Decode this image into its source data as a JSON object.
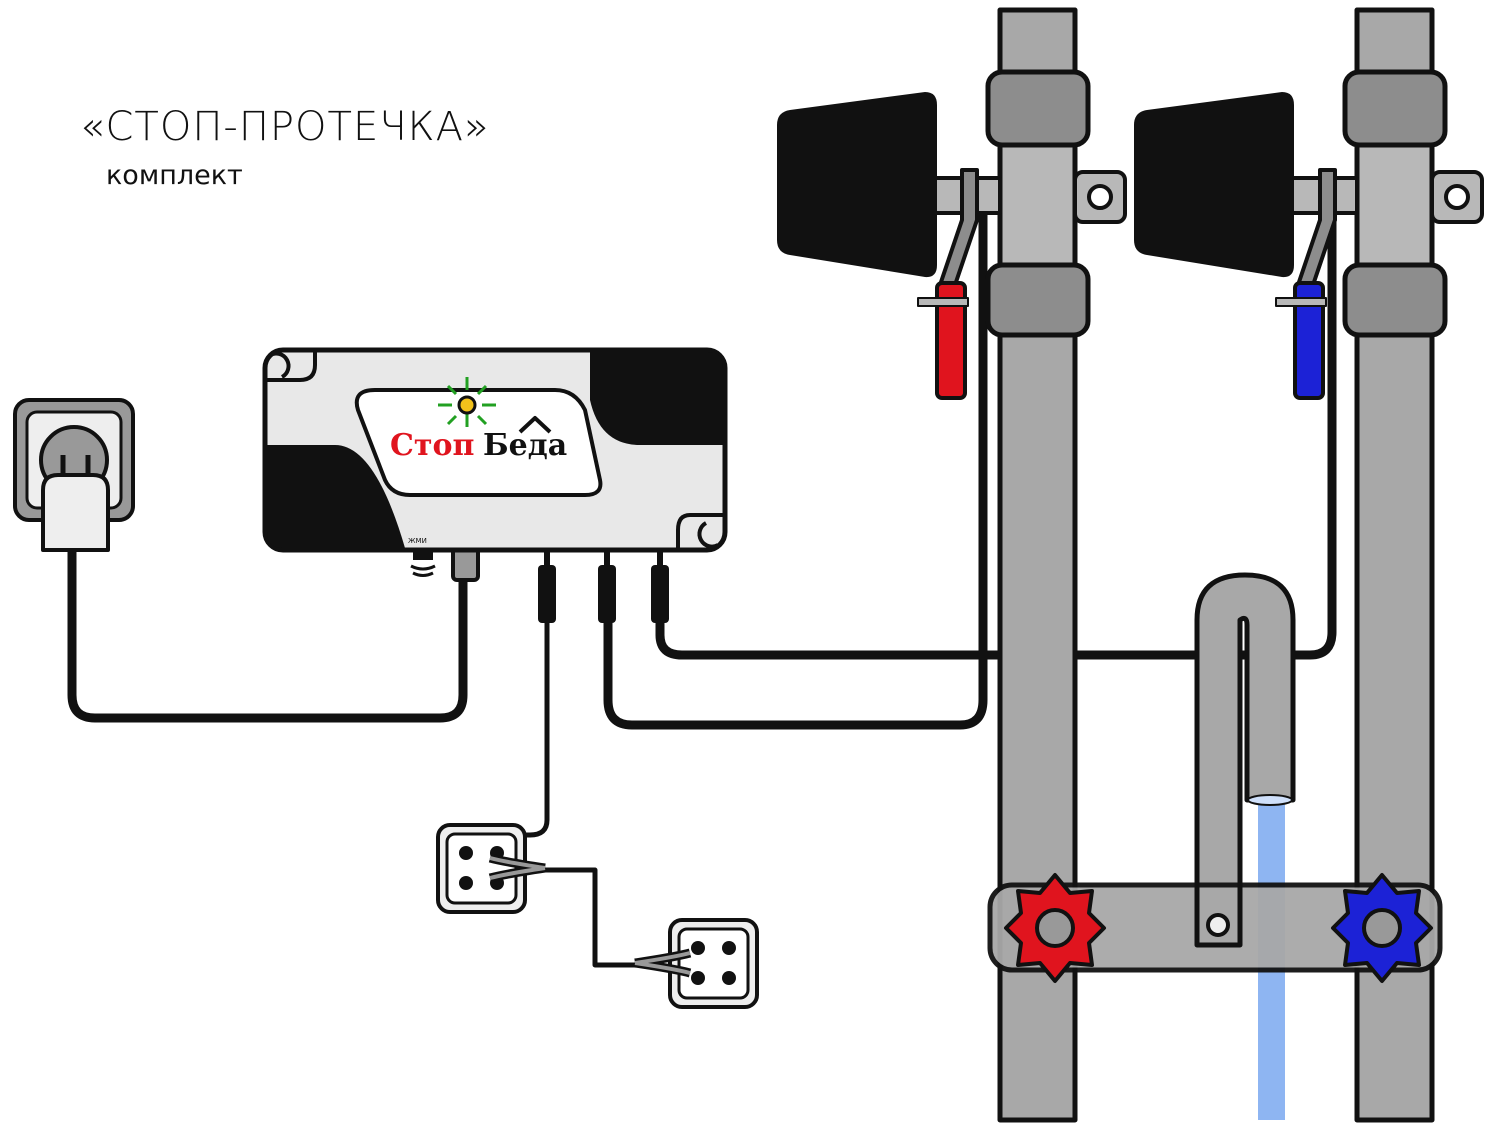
{
  "header": {
    "title": "«СТОП-ПРОТЕЧКА»",
    "subtitle": "комплект"
  },
  "controller": {
    "brand_left": "Стоп",
    "brand_right": "Беда",
    "button_label": "ЖМИ"
  },
  "colors": {
    "hot": "#e0141e",
    "cold": "#1c22d6",
    "pipe": "#a8a8a8",
    "water": "#7aa8f0",
    "led_rays": "#22a022",
    "led": "#f2c21b"
  }
}
